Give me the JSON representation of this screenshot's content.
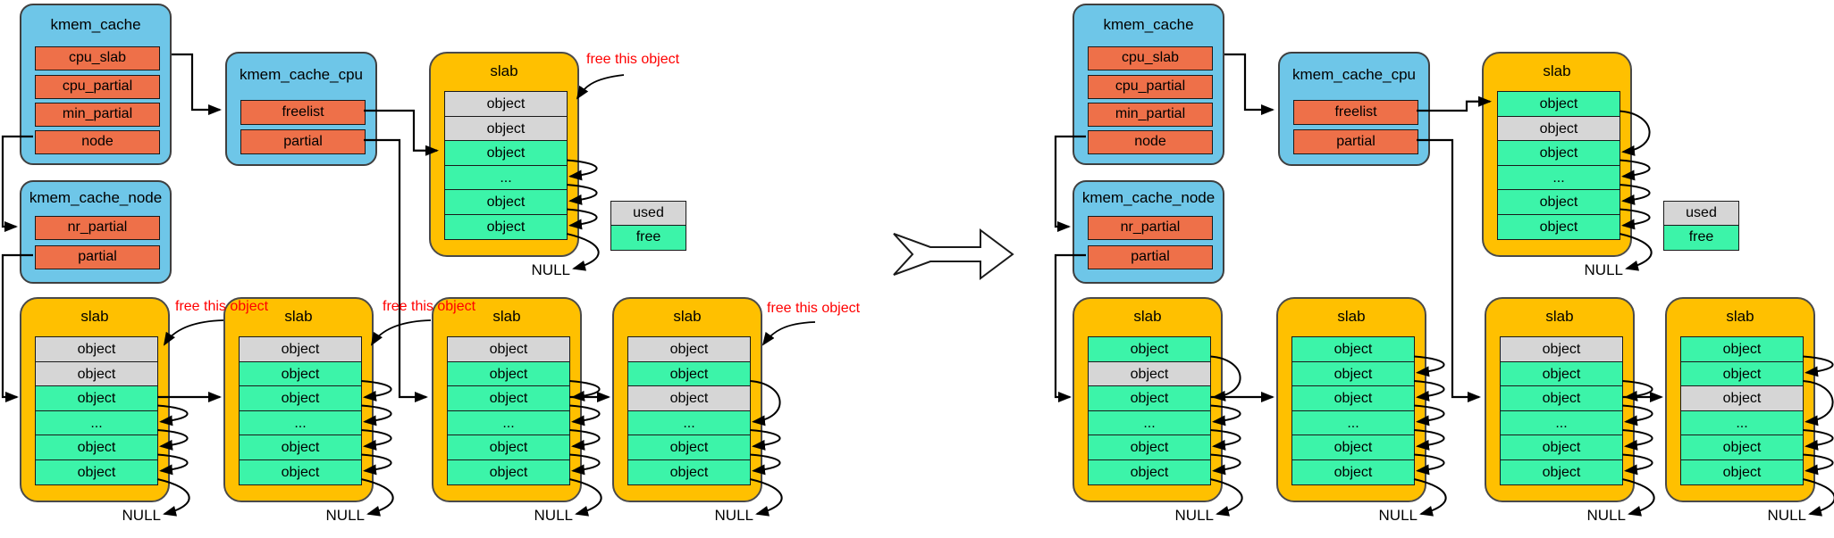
{
  "colors": {
    "struct_fill": "#6ec6e8",
    "field_fill": "#ee7049",
    "slab_fill": "#ffc000",
    "free_fill": "#3cf4a9",
    "used_fill": "#d6d6d6",
    "annotation_text": "#ff0000",
    "line": "#000000",
    "background": "#ffffff"
  },
  "shared": {
    "kmem_cache": {
      "title": "kmem_cache",
      "fields": [
        "cpu_slab",
        "cpu_partial",
        "min_partial",
        "node"
      ]
    },
    "kmem_cache_cpu": {
      "title": "kmem_cache_cpu",
      "fields": [
        "freelist",
        "partial"
      ]
    },
    "kmem_cache_node": {
      "title": "kmem_cache_node",
      "fields": [
        "nr_partial",
        "partial"
      ]
    },
    "legend": [
      {
        "label": "used",
        "state": "used"
      },
      {
        "label": "free",
        "state": "free"
      }
    ],
    "slab_title": "slab",
    "null_label": "NULL"
  },
  "diagrams": [
    {
      "name": "before-free",
      "top_slab": {
        "rows": [
          {
            "label": "object",
            "state": "used"
          },
          {
            "label": "object",
            "state": "used"
          },
          {
            "label": "object",
            "state": "free"
          },
          {
            "label": "...",
            "state": "free"
          },
          {
            "label": "object",
            "state": "free"
          },
          {
            "label": "object",
            "state": "free"
          }
        ],
        "freelist_target_row": 2,
        "chain": [
          [
            2,
            3
          ],
          [
            3,
            4
          ],
          [
            4,
            5
          ],
          [
            5,
            -1
          ]
        ]
      },
      "partial_slabs": [
        {
          "rows": [
            {
              "label": "object",
              "state": "used"
            },
            {
              "label": "object",
              "state": "used"
            },
            {
              "label": "object",
              "state": "free"
            },
            {
              "label": "...",
              "state": "free"
            },
            {
              "label": "object",
              "state": "free"
            },
            {
              "label": "object",
              "state": "free"
            }
          ],
          "chain": [
            [
              2,
              3
            ],
            [
              3,
              4
            ],
            [
              4,
              5
            ],
            [
              5,
              -1
            ]
          ]
        },
        {
          "rows": [
            {
              "label": "object",
              "state": "used"
            },
            {
              "label": "object",
              "state": "free"
            },
            {
              "label": "object",
              "state": "free"
            },
            {
              "label": "...",
              "state": "free"
            },
            {
              "label": "object",
              "state": "free"
            },
            {
              "label": "object",
              "state": "free"
            }
          ],
          "chain": [
            [
              1,
              2
            ],
            [
              2,
              3
            ],
            [
              3,
              4
            ],
            [
              4,
              5
            ],
            [
              5,
              -1
            ]
          ]
        },
        {
          "rows": [
            {
              "label": "object",
              "state": "used"
            },
            {
              "label": "object",
              "state": "free"
            },
            {
              "label": "object",
              "state": "free"
            },
            {
              "label": "...",
              "state": "free"
            },
            {
              "label": "object",
              "state": "free"
            },
            {
              "label": "object",
              "state": "free"
            }
          ],
          "chain": [
            [
              1,
              2
            ],
            [
              2,
              3
            ],
            [
              3,
              4
            ],
            [
              4,
              5
            ],
            [
              5,
              -1
            ]
          ]
        },
        {
          "rows": [
            {
              "label": "object",
              "state": "used"
            },
            {
              "label": "object",
              "state": "free"
            },
            {
              "label": "object",
              "state": "used"
            },
            {
              "label": "...",
              "state": "free"
            },
            {
              "label": "object",
              "state": "free"
            },
            {
              "label": "object",
              "state": "free"
            }
          ],
          "chain": [
            [
              1,
              3
            ],
            [
              3,
              4
            ],
            [
              4,
              5
            ],
            [
              5,
              -1
            ]
          ]
        }
      ],
      "annotations": [
        {
          "label": "free this object",
          "target": "top"
        },
        {
          "label": "free this object",
          "target": "slab0"
        },
        {
          "label": "free this object",
          "target": "slab1"
        },
        {
          "label": "free this object",
          "target": "slab3"
        }
      ]
    },
    {
      "name": "after-free",
      "top_slab": {
        "rows": [
          {
            "label": "object",
            "state": "free"
          },
          {
            "label": "object",
            "state": "used"
          },
          {
            "label": "object",
            "state": "free"
          },
          {
            "label": "...",
            "state": "free"
          },
          {
            "label": "object",
            "state": "free"
          },
          {
            "label": "object",
            "state": "free"
          }
        ],
        "freelist_target_row": 0,
        "chain": [
          [
            0,
            2
          ],
          [
            2,
            3
          ],
          [
            3,
            4
          ],
          [
            4,
            5
          ],
          [
            5,
            -1
          ]
        ]
      },
      "partial_slabs": [
        {
          "rows": [
            {
              "label": "object",
              "state": "free"
            },
            {
              "label": "object",
              "state": "used"
            },
            {
              "label": "object",
              "state": "free"
            },
            {
              "label": "...",
              "state": "free"
            },
            {
              "label": "object",
              "state": "free"
            },
            {
              "label": "object",
              "state": "free"
            }
          ],
          "chain": [
            [
              0,
              2
            ],
            [
              2,
              3
            ],
            [
              3,
              4
            ],
            [
              4,
              5
            ],
            [
              5,
              -1
            ]
          ]
        },
        {
          "rows": [
            {
              "label": "object",
              "state": "free"
            },
            {
              "label": "object",
              "state": "free"
            },
            {
              "label": "object",
              "state": "free"
            },
            {
              "label": "...",
              "state": "free"
            },
            {
              "label": "object",
              "state": "free"
            },
            {
              "label": "object",
              "state": "free"
            }
          ],
          "chain": [
            [
              0,
              1
            ],
            [
              1,
              2
            ],
            [
              2,
              3
            ],
            [
              3,
              4
            ],
            [
              4,
              5
            ],
            [
              5,
              -1
            ]
          ]
        },
        {
          "rows": [
            {
              "label": "object",
              "state": "used"
            },
            {
              "label": "object",
              "state": "free"
            },
            {
              "label": "object",
              "state": "free"
            },
            {
              "label": "...",
              "state": "free"
            },
            {
              "label": "object",
              "state": "free"
            },
            {
              "label": "object",
              "state": "free"
            }
          ],
          "chain": [
            [
              1,
              2
            ],
            [
              2,
              3
            ],
            [
              3,
              4
            ],
            [
              4,
              5
            ],
            [
              5,
              -1
            ]
          ]
        },
        {
          "rows": [
            {
              "label": "object",
              "state": "free"
            },
            {
              "label": "object",
              "state": "free"
            },
            {
              "label": "object",
              "state": "used"
            },
            {
              "label": "...",
              "state": "free"
            },
            {
              "label": "object",
              "state": "free"
            },
            {
              "label": "object",
              "state": "free"
            }
          ],
          "chain": [
            [
              0,
              1
            ],
            [
              1,
              3
            ],
            [
              3,
              4
            ],
            [
              4,
              5
            ],
            [
              5,
              -1
            ]
          ]
        }
      ],
      "annotations": []
    }
  ]
}
